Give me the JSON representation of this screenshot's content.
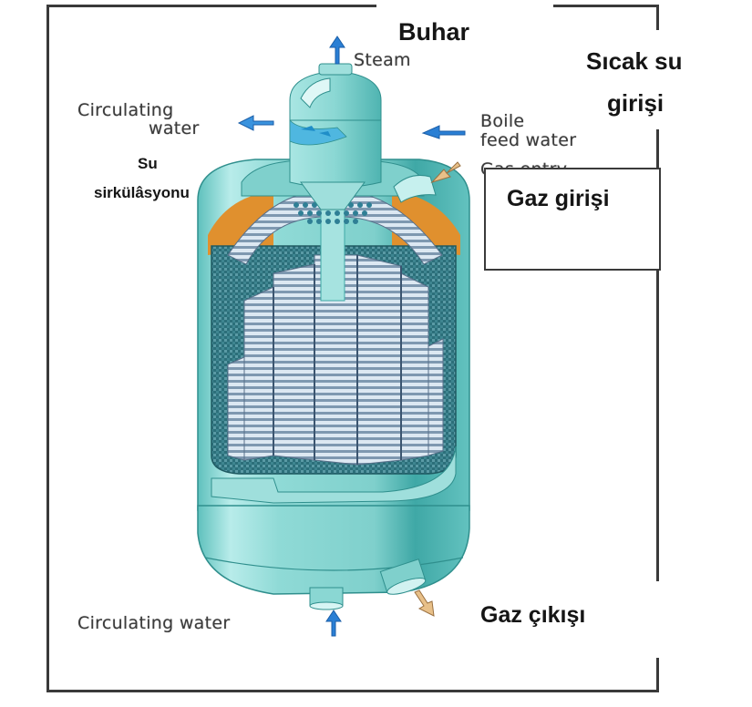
{
  "diagram": {
    "subject": "Steam boiler / heat exchanger cutaway",
    "colors": {
      "vessel": "#7fd3cf",
      "vessel_dark": "#3fa8a6",
      "vessel_light": "#c6f0ee",
      "tubes": "#c9d9e6",
      "insulation": "#e0902e",
      "water_arrow": "#2a7fd4",
      "gas_arrow": "#e8c089",
      "frame": "#3a3a3a"
    },
    "english_labels": {
      "steam": "Steam",
      "circulating_water_top_line1": "Circulating",
      "circulating_water_top_line2": "water",
      "boiler_feed_line1": "Boile",
      "boiler_feed_line2": "feed water",
      "gas_entry_hidden": "Gas entry",
      "circulating_water_bottom": "Circulating water"
    },
    "turkish_labels": {
      "buhar": "Buhar",
      "sicak_su_line1": "Sıcak su",
      "sicak_su_line2": "girişi",
      "su_line1": "Su",
      "su_line2": "sirkülâsyonu",
      "gaz_girisi": "Gaz girişi",
      "gaz_cikisi": "Gaz çıkışı"
    },
    "arrows": [
      {
        "name": "steam-out",
        "direction": "up",
        "type": "water"
      },
      {
        "name": "circulating-water-out",
        "direction": "left",
        "type": "water"
      },
      {
        "name": "boiler-feed-in",
        "direction": "left",
        "type": "water"
      },
      {
        "name": "gas-in",
        "direction": "down-left",
        "type": "gas"
      },
      {
        "name": "circulating-water-in",
        "direction": "up",
        "type": "water"
      },
      {
        "name": "gas-out",
        "direction": "down-right",
        "type": "gas"
      }
    ]
  }
}
